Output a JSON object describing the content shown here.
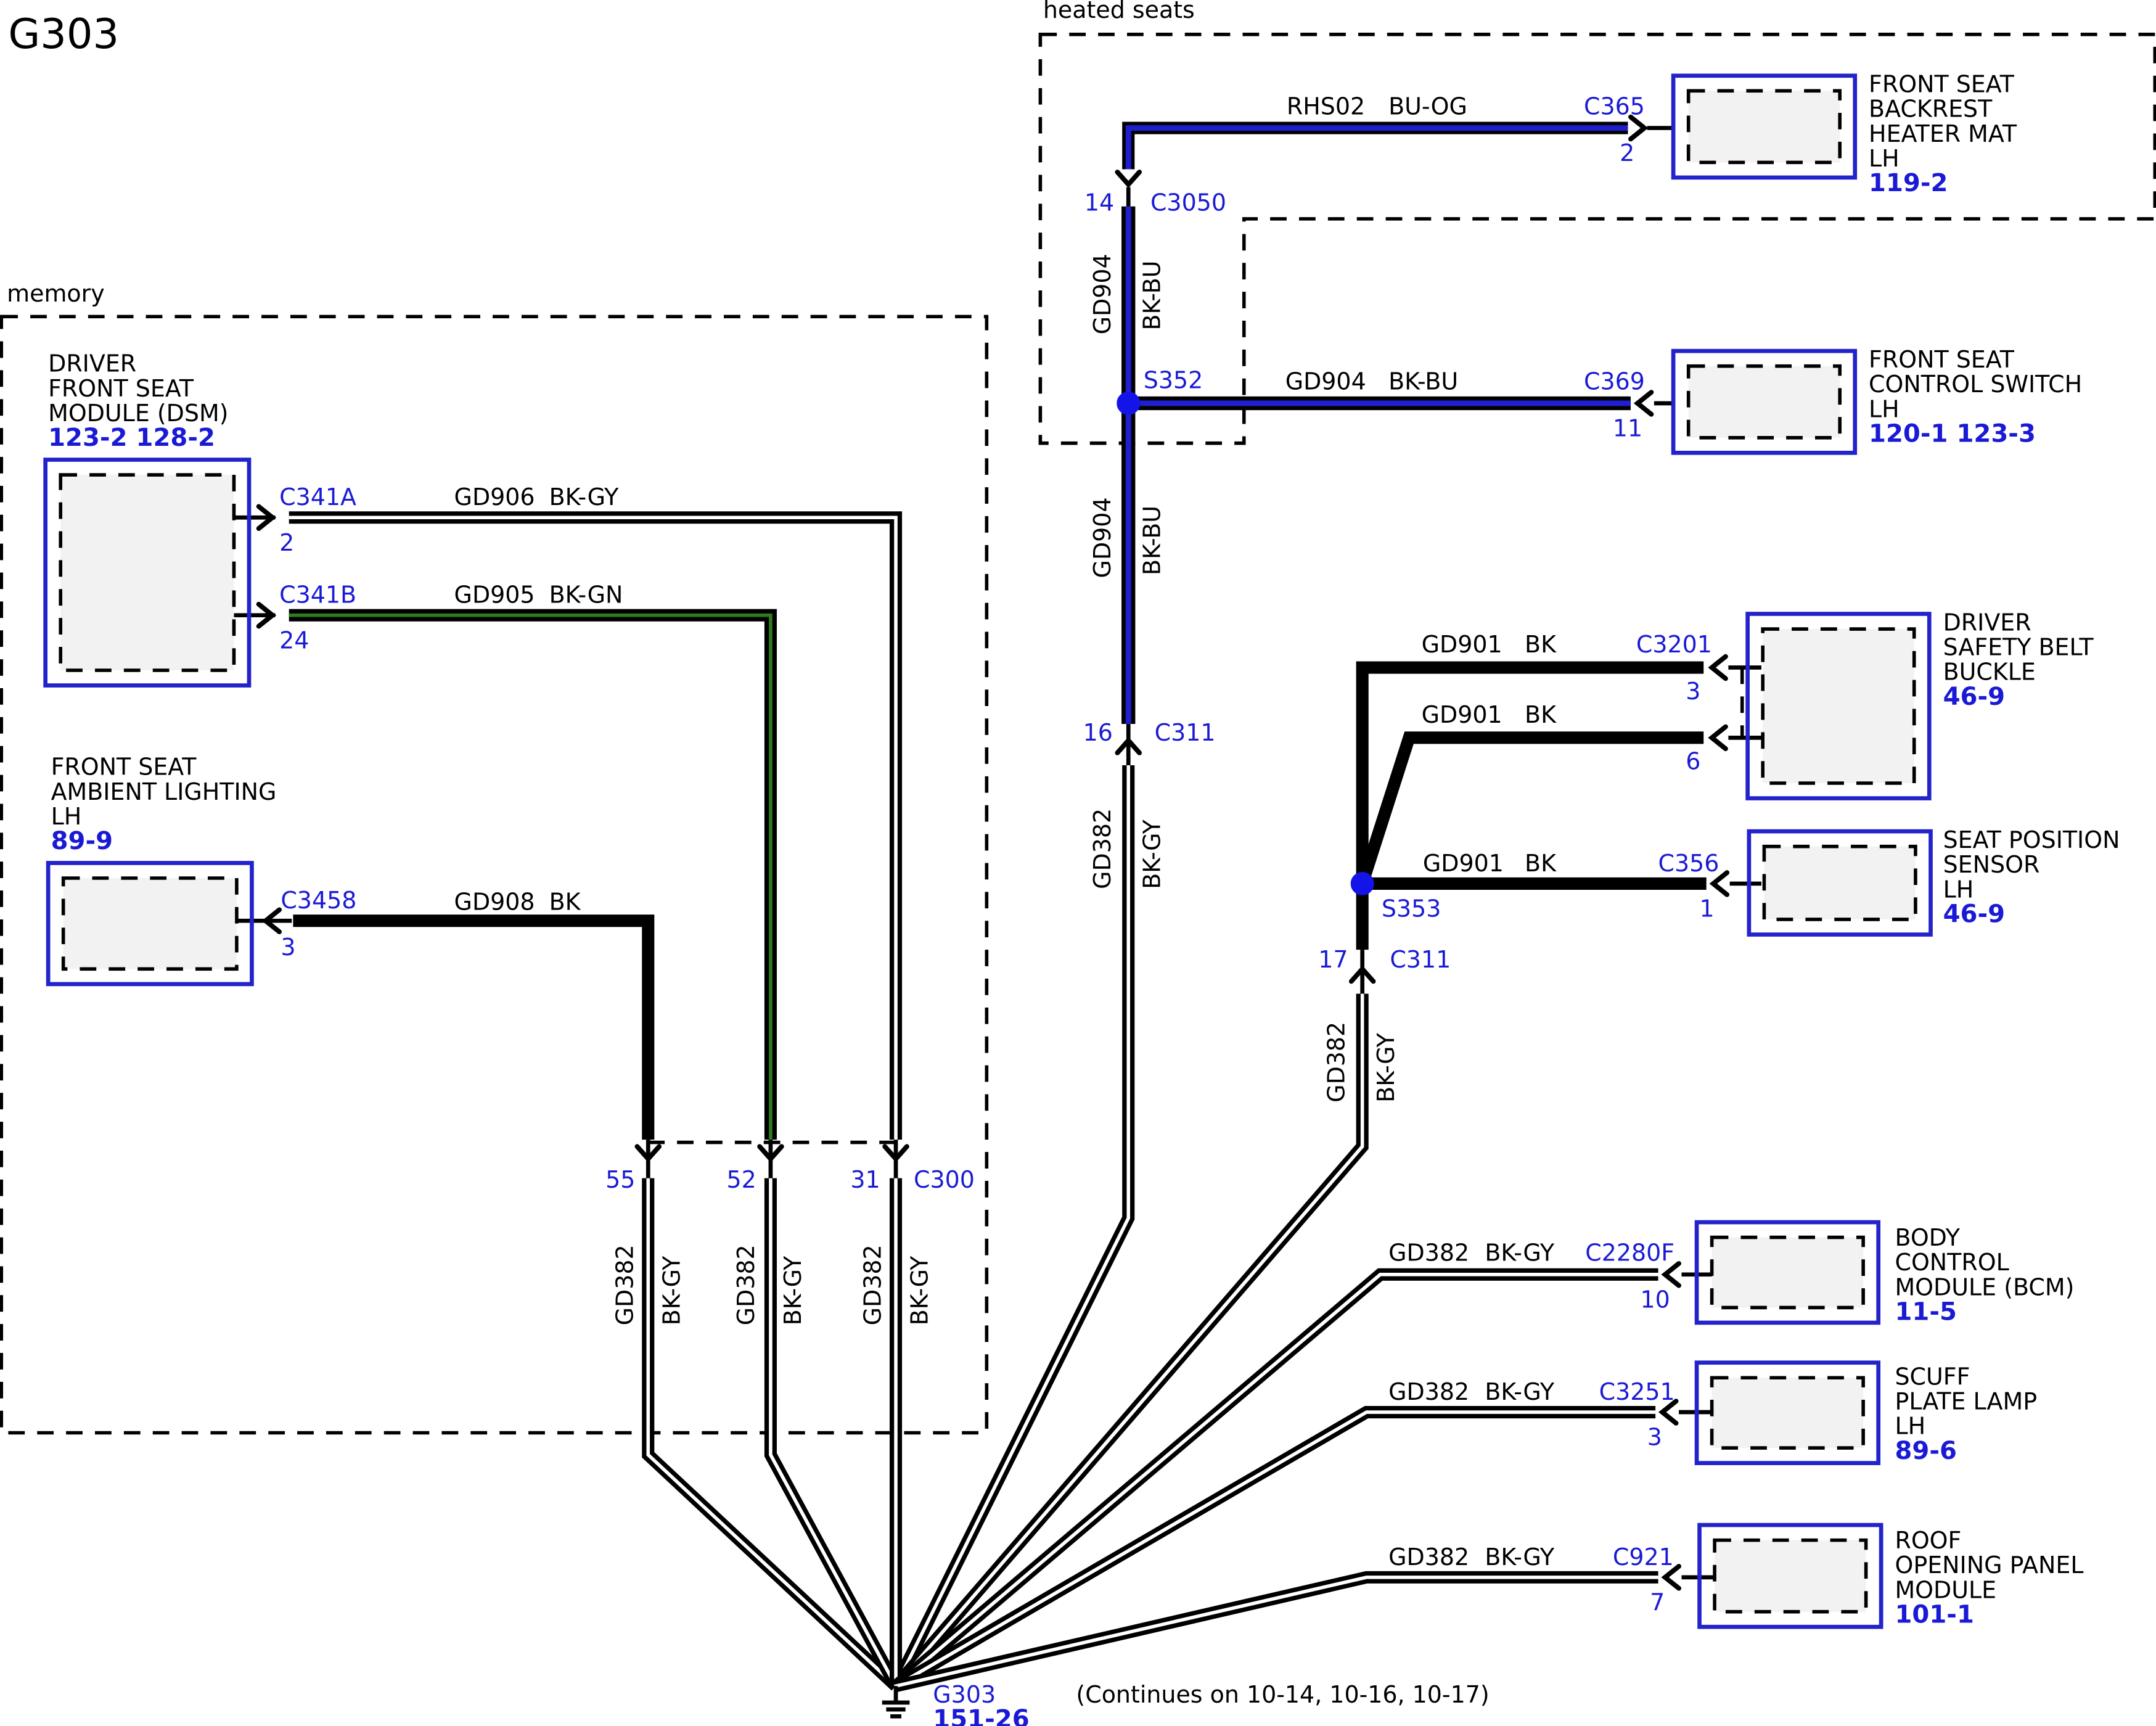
{
  "page_title": "G303",
  "continues_note": "(Continues on 10-14, 10-16, 10-17)",
  "groups": {
    "heated_seats": "heated seats",
    "memory": "memory"
  },
  "colors": {
    "ink": "#000000",
    "blue_text": "#1a1ad6",
    "box_border": "#2323cc",
    "bu_og_stripe": "#1f1fd0",
    "bk_bu_stripe": "#1f1fd0",
    "bk_gn_stripe": "#2e7d1e",
    "bk_gy_stripe": "#ffffff"
  },
  "components": {
    "backrest_heater": {
      "name": [
        "FRONT SEAT",
        "BACKREST",
        "HEATER MAT",
        "LH"
      ],
      "ref": "119-2"
    },
    "control_switch": {
      "name": [
        "FRONT SEAT",
        "CONTROL SWITCH",
        "LH"
      ],
      "ref": "120-1 123-3"
    },
    "dsm": {
      "name": [
        "DRIVER",
        "FRONT SEAT",
        "MODULE (DSM)"
      ],
      "ref": "123-2 128-2"
    },
    "ambient_light": {
      "name": [
        "FRONT SEAT",
        "AMBIENT LIGHTING",
        "LH"
      ],
      "ref": "89-9"
    },
    "belt_buckle": {
      "name": [
        "DRIVER",
        "SAFETY BELT",
        "BUCKLE"
      ],
      "ref": "46-9"
    },
    "seat_sensor": {
      "name": [
        "SEAT POSITION",
        "SENSOR",
        "LH"
      ],
      "ref": "46-9"
    },
    "bcm": {
      "name": [
        "BODY",
        "CONTROL",
        "MODULE (BCM)"
      ],
      "ref": "11-5"
    },
    "scuff_lamp": {
      "name": [
        "SCUFF",
        "PLATE LAMP",
        "LH"
      ],
      "ref": "89-6"
    },
    "roof_panel": {
      "name": [
        "ROOF",
        "OPENING PANEL",
        "MODULE"
      ],
      "ref": "101-1"
    }
  },
  "connectors": {
    "c365": {
      "id": "C365",
      "pin": "2"
    },
    "c3050": {
      "id": "C3050",
      "pin": "14"
    },
    "c369": {
      "id": "C369",
      "pin": "11"
    },
    "c341a": {
      "id": "C341A",
      "pin": "2"
    },
    "c341b": {
      "id": "C341B",
      "pin": "24"
    },
    "c3458": {
      "id": "C3458",
      "pin": "3"
    },
    "c311_a": {
      "id": "C311",
      "pin": "16"
    },
    "c311_b": {
      "id": "C311",
      "pin": "17"
    },
    "c3201": {
      "id": "C3201",
      "pins": [
        "3",
        "6"
      ]
    },
    "c356": {
      "id": "C356",
      "pin": "1"
    },
    "c300": {
      "id": "C300",
      "pins": [
        "55",
        "52",
        "31"
      ]
    },
    "c2280f": {
      "id": "C2280F",
      "pin": "10"
    },
    "c3251": {
      "id": "C3251",
      "pin": "3"
    },
    "c921": {
      "id": "C921",
      "pin": "7"
    }
  },
  "splices": {
    "s352": "S352",
    "s353": "S353"
  },
  "ground": {
    "id": "G303",
    "ref": "151-26"
  },
  "wires": {
    "rhs02": {
      "circuit": "RHS02",
      "color": "BU-OG"
    },
    "gd904_top": {
      "circuit": "GD904",
      "color": "BK-BU"
    },
    "gd904_switch": {
      "circuit": "GD904",
      "color": "BK-BU"
    },
    "gd904_mid": {
      "circuit": "GD904",
      "color": "BK-BU"
    },
    "gd906": {
      "circuit": "GD906",
      "color": "BK-GY"
    },
    "gd905": {
      "circuit": "GD905",
      "color": "BK-GN"
    },
    "gd908": {
      "circuit": "GD908",
      "color": "BK"
    },
    "gd901_a": {
      "circuit": "GD901",
      "color": "BK"
    },
    "gd901_b": {
      "circuit": "GD901",
      "color": "BK"
    },
    "gd901_c": {
      "circuit": "GD901",
      "color": "BK"
    },
    "gd382_c311a": {
      "circuit": "GD382",
      "color": "BK-GY"
    },
    "gd382_c311b": {
      "circuit": "GD382",
      "color": "BK-GY"
    },
    "gd382_55": {
      "circuit": "GD382",
      "color": "BK-GY"
    },
    "gd382_52": {
      "circuit": "GD382",
      "color": "BK-GY"
    },
    "gd382_31": {
      "circuit": "GD382",
      "color": "BK-GY"
    },
    "gd382_bcm": {
      "circuit": "GD382",
      "color": "BK-GY"
    },
    "gd382_scuff": {
      "circuit": "GD382",
      "color": "BK-GY"
    },
    "gd382_roof": {
      "circuit": "GD382",
      "color": "BK-GY"
    }
  }
}
